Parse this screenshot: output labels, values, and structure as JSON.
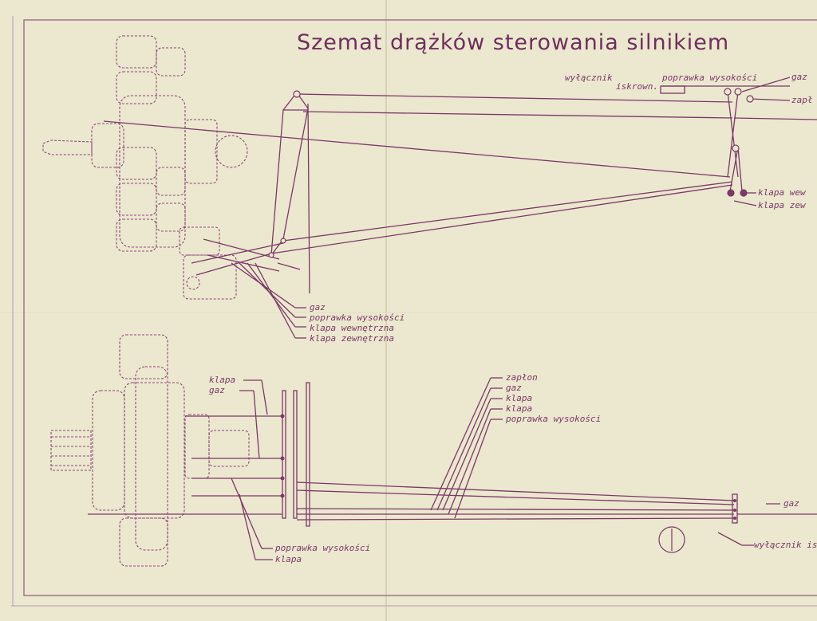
{
  "title": "Szemat drążków sterowania silnikiem",
  "colors": {
    "paper": "#ece7cf",
    "ink": "#7a3a66",
    "frame": "#8a5a7a"
  },
  "top_view": {
    "labels_right": {
      "wylacznik": "wyłącznik",
      "iskrown": "iskrown.",
      "poprawka": "poprawka wysokości",
      "gaz": "gaz",
      "zaplon": "zapł",
      "klapa_wew": "klapa wew",
      "klapa_zew": "klapa zew"
    },
    "labels_bottom": [
      "gaz",
      "poprawka wysokości",
      "klapa wewnętrzna",
      "klapa zewnętrzna"
    ]
  },
  "side_view": {
    "labels_left": [
      "klapa",
      "gaz"
    ],
    "labels_mid": [
      "zapłon",
      "gaz",
      "klapa",
      "klapa",
      "poprawka wysokości"
    ],
    "labels_bottom": [
      "poprawka wysokości",
      "klapa"
    ],
    "label_gaz_right": "gaz",
    "label_wylacznik": "wyłącznik is"
  }
}
